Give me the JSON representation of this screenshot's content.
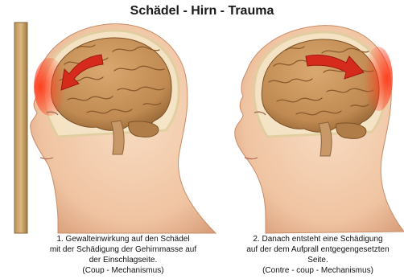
{
  "title": "Schädel - Hirn - Trauma",
  "captions": {
    "left": {
      "lines": [
        "1. Gewalteinwirkung auf den Schädel",
        "mit der Schädigung der Gehirnmasse auf",
        "der Einschlagseite.",
        "(Coup - Mechanismus)"
      ]
    },
    "right": {
      "lines": [
        "2.  Danach entsteht eine Schädigung",
        "auf der dem Aufprall entgegengesetzten",
        "Seite.",
        "(Contre - coup - Mechanismus)"
      ]
    }
  },
  "colors": {
    "skin": "#f2c8a8",
    "skin_shadow": "#d9a583",
    "brain": "#c7935a",
    "brain_fold": "#9a6a38",
    "injury": "#e0301e",
    "arrow": "#d62a1c",
    "wall": "#c9a46a"
  }
}
